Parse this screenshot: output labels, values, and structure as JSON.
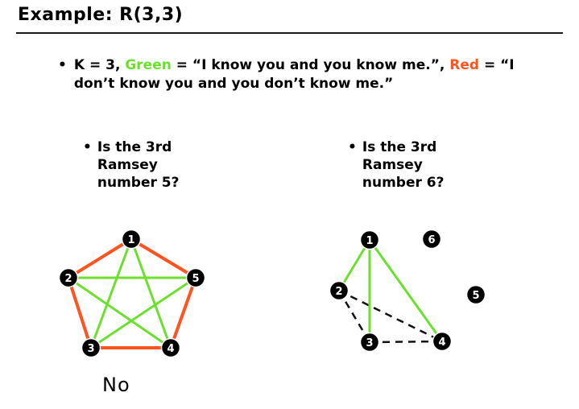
{
  "colors": {
    "green": "#6ce02e",
    "red": "#ff5320",
    "dashed": "#111111",
    "node_fill": "#000000",
    "node_label": "#ffffff"
  },
  "title": "Example: R(3,3)",
  "bullet": {
    "marker": "•",
    "seg_k": "K = 3, ",
    "seg_green": "Green",
    "seg_mid": " = “I know you and you know me.”, ",
    "seg_red": "Red",
    "seg_tail": " = “I",
    "line2": "don’t know you and you don’t know me.”"
  },
  "left_question": {
    "marker": "•",
    "lines": [
      "Is the 3rd",
      "Ramsey",
      "number 5?"
    ]
  },
  "right_question": {
    "marker": "•",
    "lines": [
      "Is the 3rd",
      "Ramsey",
      "number 6?"
    ]
  },
  "left_graph": {
    "nodes": [
      "1",
      "2",
      "3",
      "4",
      "5"
    ],
    "answer": "No"
  },
  "right_graph": {
    "nodes": [
      "1",
      "2",
      "3",
      "4",
      "5",
      "6"
    ]
  }
}
